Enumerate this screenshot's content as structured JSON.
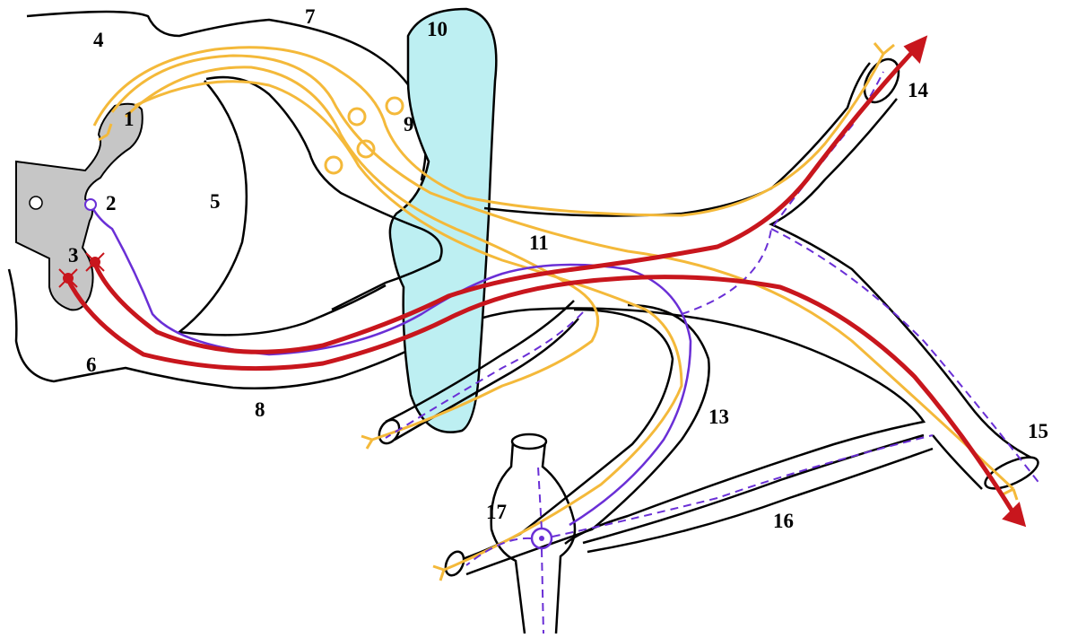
{
  "diagram": {
    "labels": [
      "1",
      "2",
      "3",
      "4",
      "5",
      "6",
      "7",
      "8",
      "9",
      "10",
      "11",
      "13",
      "14",
      "15",
      "16",
      "17"
    ],
    "colors": {
      "sensory_fiber": "#f4b93a",
      "motor_fiber": "#c8161d",
      "autonomic_fiber": "#6a2fd6",
      "grey_matter": "#c6c6c6",
      "ganglion_fill": "#bdeff2",
      "outline": "#000000"
    }
  }
}
